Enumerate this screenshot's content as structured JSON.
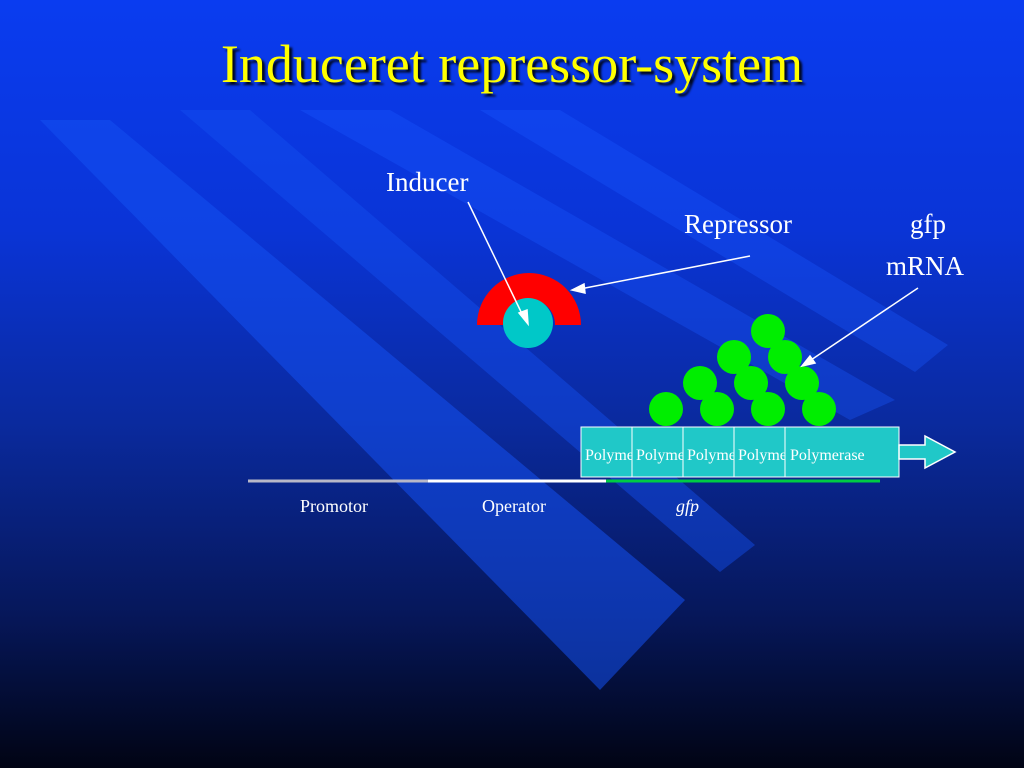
{
  "title": "Induceret repressor-system",
  "labels": {
    "inducer": "Inducer",
    "repressor": "Repressor",
    "mrna_line1": "gfp",
    "mrna_line2": "mRNA"
  },
  "gene_regions": {
    "promotor": "Promotor",
    "operator": "Operator",
    "gfp": "gfp"
  },
  "polymerases": [
    {
      "label": "Polymerase"
    },
    {
      "label": "Polymerase"
    },
    {
      "label": "Polymerase"
    },
    {
      "label": "Polymerase"
    },
    {
      "label": "Polymerase"
    }
  ],
  "colors": {
    "title": "#ffff00",
    "repressor": "#ff0000",
    "inducer": "#00c8c8",
    "mrna": "#00ee00",
    "polymerase_fill": "#20c8c8",
    "promotor_line": "#b8b8c8",
    "operator_line": "#ffffff",
    "gfp_line": "#00cc44"
  }
}
